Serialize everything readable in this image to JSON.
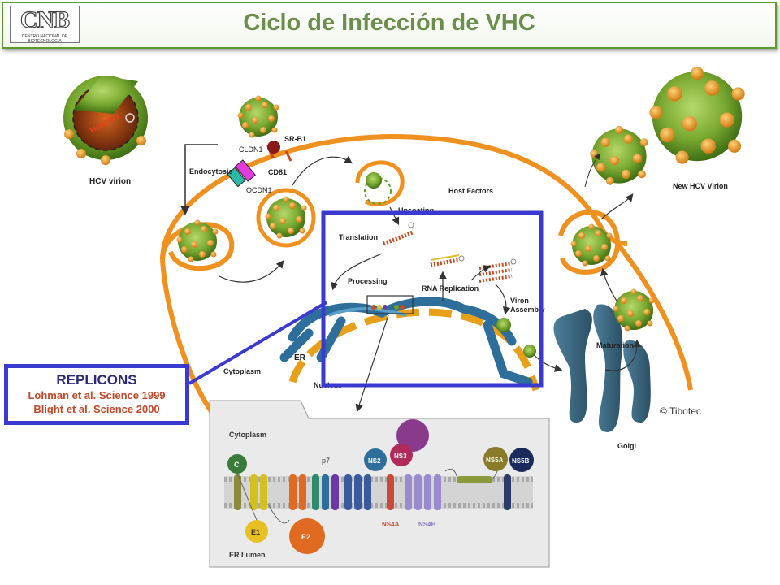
{
  "title": "Ciclo de Infección de VHC",
  "logo": {
    "mark": "CNB",
    "subtitle": "CENTRO NACIONAL DE BIOTECNOLOGIA"
  },
  "cycle_labels": {
    "hcv_virion": "HCV virion",
    "endocytosis": "Endocytosis",
    "cldn1": "CLDN1",
    "sr_b1": "SR-B1",
    "cd81": "CD81",
    "ocdn1": "OCDN1",
    "uncoating": "Uncoating",
    "host_factors": "Host Factors",
    "translation": "Translation",
    "processing": "Processing",
    "rna_replication": "RNA Replication",
    "virion_assembly_1": "Viron",
    "virion_assembly_2": "Assembly",
    "maturation": "Maturation",
    "new_hcv_virion": "New HCV Virion",
    "er": "ER",
    "cytoplasm": "Cytoplasm",
    "nucleus": "Nucleus",
    "golgi": "Golgi",
    "copyright": "© Tibotec"
  },
  "replicons": {
    "title": "REPLICONS",
    "ref1": "Lohman et al.  Science 1999",
    "ref2": "Blight et al.  Science  2000"
  },
  "polyprotein": {
    "cytoplasm": "Cytoplasm",
    "er_lumen": "ER Lumen",
    "p7": "p7",
    "proteins": {
      "c": "C",
      "e1": "E1",
      "e2": "E2",
      "ns2": "NS2",
      "ns3": "NS3",
      "ns5a": "NS5A",
      "ns5b": "NS5B"
    },
    "ns4a": "NS4A",
    "ns4b": "NS4B"
  },
  "colors": {
    "title": "#6a8f4a",
    "frame": "#3a3ad0",
    "cell_membrane": "#f0901e",
    "virion": "#6aa02a",
    "er": "#2e6e9a"
  }
}
